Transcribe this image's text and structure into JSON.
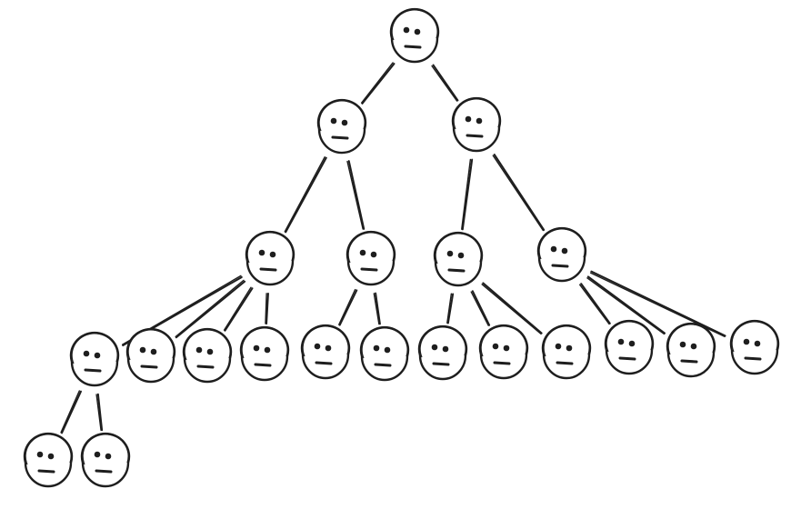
{
  "diagram": {
    "type": "tree",
    "node_style": "sketched-neutral-face",
    "stroke_color": "#1e1e1e",
    "background": "#ffffff",
    "nodes": [
      {
        "id": "n0",
        "parent": null
      },
      {
        "id": "n1",
        "parent": "n0"
      },
      {
        "id": "n2",
        "parent": "n0"
      },
      {
        "id": "n3",
        "parent": "n1"
      },
      {
        "id": "n4",
        "parent": "n1"
      },
      {
        "id": "n5",
        "parent": "n2"
      },
      {
        "id": "n6",
        "parent": "n2"
      },
      {
        "id": "n7",
        "parent": "n3"
      },
      {
        "id": "n8",
        "parent": "n3"
      },
      {
        "id": "n9",
        "parent": "n3"
      },
      {
        "id": "n10",
        "parent": "n3"
      },
      {
        "id": "n11",
        "parent": "n4"
      },
      {
        "id": "n12",
        "parent": "n4"
      },
      {
        "id": "n13",
        "parent": "n5"
      },
      {
        "id": "n14",
        "parent": "n5"
      },
      {
        "id": "n15",
        "parent": "n5"
      },
      {
        "id": "n16",
        "parent": "n6"
      },
      {
        "id": "n17",
        "parent": "n6"
      },
      {
        "id": "n18",
        "parent": "n6"
      },
      {
        "id": "n19",
        "parent": "n7"
      },
      {
        "id": "n20",
        "parent": "n7"
      }
    ]
  }
}
